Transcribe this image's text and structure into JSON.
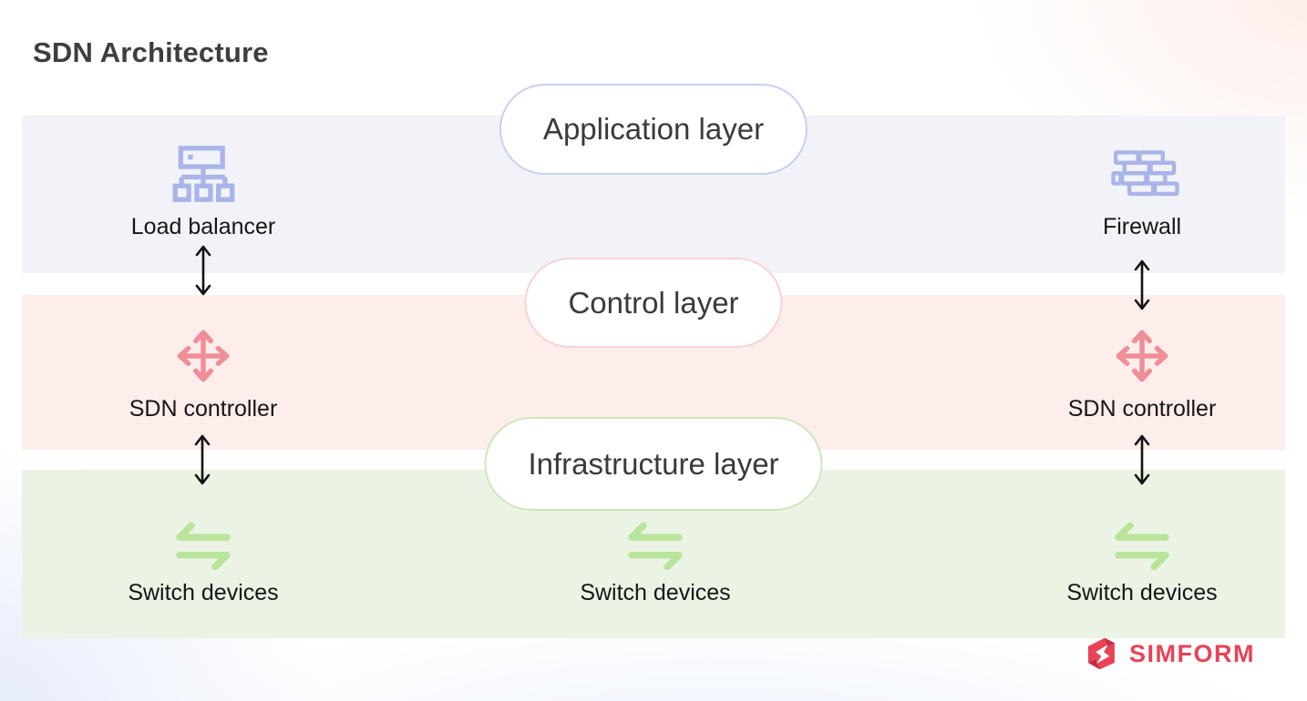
{
  "title": "SDN Architecture",
  "layers": [
    {
      "label": "Application layer",
      "band_color": "#f1f3f8",
      "pill_border_color": "#c7d0f1"
    },
    {
      "label": "Control layer",
      "band_color": "#fdedeb",
      "pill_border_color": "#f7d3d2"
    },
    {
      "label": "Infrastructure layer",
      "band_color": "#ebf4e4",
      "pill_border_color": "#cde7bd"
    }
  ],
  "nodes": {
    "load_balancer": {
      "label": "Load balancer",
      "icon": "load-balancer-icon",
      "icon_color": "#a9b4e8",
      "layer": "Application layer"
    },
    "firewall": {
      "label": "Firewall",
      "icon": "firewall-icon",
      "icon_color": "#a9b4e8",
      "layer": "Application layer"
    },
    "sdn_controller_left": {
      "label": "SDN controller",
      "icon": "move-arrows-icon",
      "icon_color": "#f08e97",
      "layer": "Control layer"
    },
    "sdn_controller_right": {
      "label": "SDN controller",
      "icon": "move-arrows-icon",
      "icon_color": "#f08e97",
      "layer": "Control layer"
    },
    "switch_left": {
      "label": "Switch devices",
      "icon": "swap-arrows-icon",
      "icon_color": "#b9e49c",
      "layer": "Infrastructure layer"
    },
    "switch_middle": {
      "label": "Switch devices",
      "icon": "swap-arrows-icon",
      "icon_color": "#b9e49c",
      "layer": "Infrastructure layer"
    },
    "switch_right": {
      "label": "Switch devices",
      "icon": "swap-arrows-icon",
      "icon_color": "#b9e49c",
      "layer": "Infrastructure layer"
    }
  },
  "connections": [
    {
      "from": "Load balancer",
      "to": "SDN controller",
      "side": "left",
      "style": "double-headed-vertical-arrow",
      "color": "#111111"
    },
    {
      "from": "Firewall",
      "to": "SDN controller",
      "side": "right",
      "style": "double-headed-vertical-arrow",
      "color": "#111111"
    },
    {
      "from": "SDN controller",
      "to": "Switch devices",
      "side": "left",
      "style": "double-headed-vertical-arrow",
      "color": "#111111"
    },
    {
      "from": "SDN controller",
      "to": "Switch devices",
      "side": "right",
      "style": "double-headed-vertical-arrow",
      "color": "#111111"
    }
  ],
  "branding": {
    "logo_text": "SIMFORM",
    "logo_color": "#e94257"
  }
}
